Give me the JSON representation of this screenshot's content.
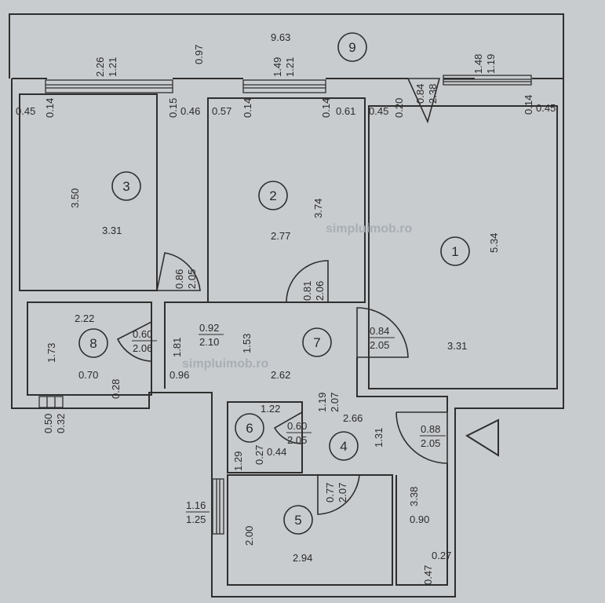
{
  "watermark": "simpluimob.ro",
  "rooms": [
    {
      "n": "1",
      "w": "3.31",
      "h": "5.34"
    },
    {
      "n": "2",
      "w": "2.77",
      "h": "3.74"
    },
    {
      "n": "3",
      "w": "3.31",
      "h": "3.50"
    },
    {
      "n": "4",
      "w": "2.66",
      "h": "1.31"
    },
    {
      "n": "5",
      "w": "2.94",
      "h": "2.00"
    },
    {
      "n": "6",
      "w": "1.22",
      "h": "1.29"
    },
    {
      "n": "7",
      "w": "2.62",
      "h": "1.53"
    },
    {
      "n": "8",
      "w": "2.22",
      "h": "1.73"
    },
    {
      "n": "9",
      "w": "9.63",
      "h": "0.97"
    }
  ],
  "windows": [
    {
      "w": "1.21",
      "h": "2.26"
    },
    {
      "w": "1.21",
      "h": "1.49"
    },
    {
      "w": "1.19",
      "h": "1.48"
    },
    {
      "w": "1.25",
      "h": "1.16"
    },
    {
      "w": "0.32",
      "h": "0.50"
    }
  ],
  "doors": [
    {
      "w": "0.86",
      "h": "2.05"
    },
    {
      "w": "0.81",
      "h": "2.06"
    },
    {
      "w": "0.92",
      "h": "2.10"
    },
    {
      "w": "0.60",
      "h": "2.06"
    },
    {
      "w": "0.84",
      "h": "2.05"
    },
    {
      "w": "0.60",
      "h": "2.05"
    },
    {
      "w": "0.77",
      "h": "2.07"
    },
    {
      "w": "0.88",
      "h": "2.05"
    },
    {
      "w": "1.19",
      "h": "2.07"
    },
    {
      "w": "0.84",
      "h": "2.38"
    }
  ],
  "segments": [
    "0.45",
    "0.14",
    "0.15",
    "0.46",
    "0.57",
    "0.14",
    "0.14",
    "0.61",
    "0.45",
    "0.20",
    "0.14",
    "0.45",
    "1.81",
    "0.96",
    "0.70",
    "0.28",
    "0.44",
    "0.27",
    "0.90",
    "3.38",
    "0.27",
    "0.47"
  ]
}
